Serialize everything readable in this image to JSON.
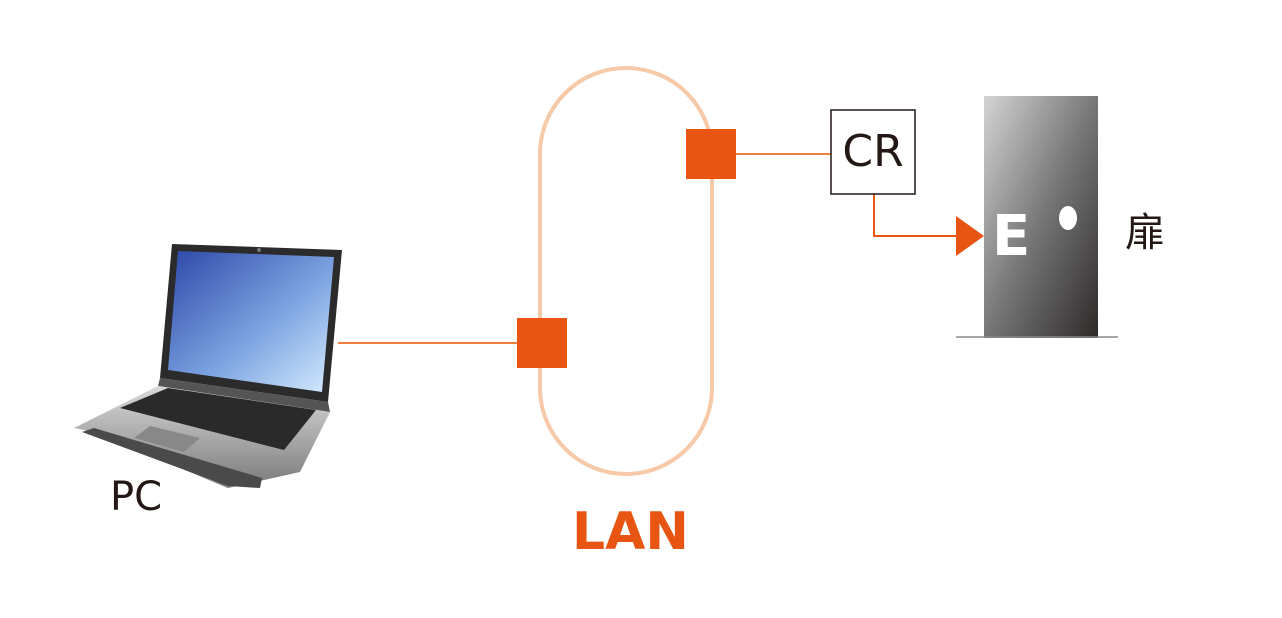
{
  "pc": {
    "label": "PC"
  },
  "lan": {
    "label": "LAN"
  },
  "card_reader": {
    "label": "CR"
  },
  "door": {
    "letter": "E",
    "label": "扉"
  },
  "colors": {
    "accent": "#e85513",
    "lan_loop": "#f6c9a8",
    "connector": "#f08040",
    "text": "#231815"
  }
}
